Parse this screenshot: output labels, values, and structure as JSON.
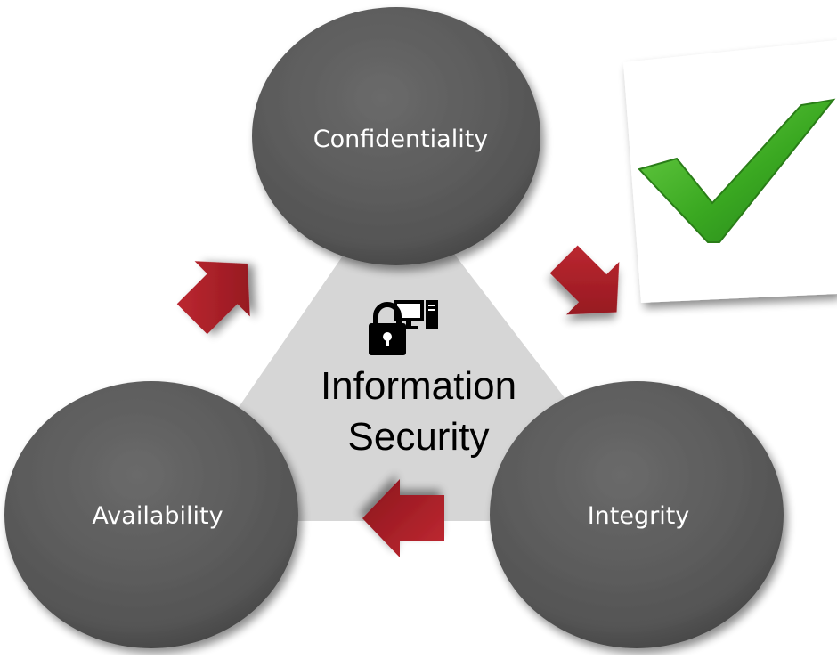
{
  "diagram": {
    "center": {
      "line1": "Information",
      "line2": "Security",
      "icon": "computer-security-lock-icon"
    },
    "nodes": [
      {
        "id": "confidentiality",
        "label": "Confidentiality"
      },
      {
        "id": "integrity",
        "label": "Integrity"
      },
      {
        "id": "availability",
        "label": "Availability"
      }
    ],
    "arrows": [
      {
        "from": "confidentiality",
        "to": "integrity"
      },
      {
        "from": "integrity",
        "to": "availability"
      },
      {
        "from": "availability",
        "to": "confidentiality"
      }
    ],
    "badge": {
      "icon": "green-checkmark-icon"
    },
    "colors": {
      "circle": "#5a5a5a",
      "triangle": "#d6d6d6",
      "arrow": "#a71d26",
      "check": "#3aa821",
      "text_on_circle": "#ffffff",
      "center_text": "#000000"
    }
  }
}
